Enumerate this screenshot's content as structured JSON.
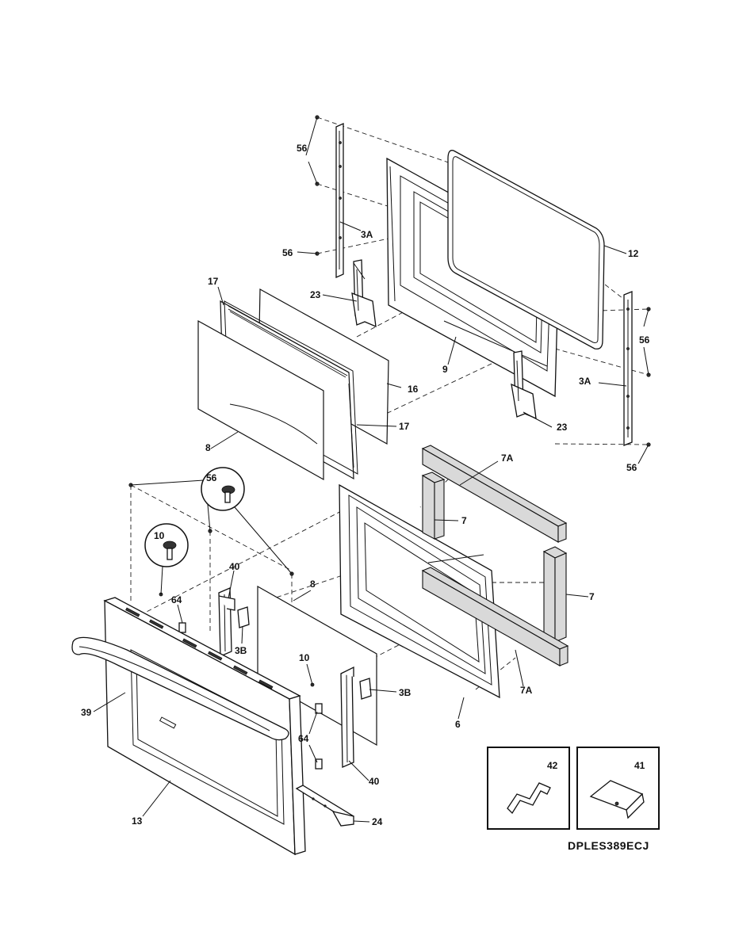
{
  "diagram_code": "DPLES389ECJ",
  "labels": {
    "l56a": "56",
    "l3a_top": "3A",
    "l56b": "56",
    "l12": "12",
    "l17a": "17",
    "l23a": "23",
    "l9": "9",
    "l56c": "56",
    "l3a_right": "3A",
    "l16": "16",
    "l17b": "17",
    "l23b": "23",
    "l8a": "8",
    "l56d": "56",
    "l7a_top": "7A",
    "l56e": "56",
    "l10a": "10",
    "l7a": "7",
    "l40a": "40",
    "l8b": "8",
    "l7b": "7",
    "l64a": "64",
    "l3b_a": "3B",
    "l10b": "10",
    "l3b_b": "3B",
    "l7a_bot": "7A",
    "l6": "6",
    "l39": "39",
    "l64b": "64",
    "l40b": "40",
    "l42": "42",
    "l41": "41",
    "l13": "13",
    "l24": "24"
  }
}
